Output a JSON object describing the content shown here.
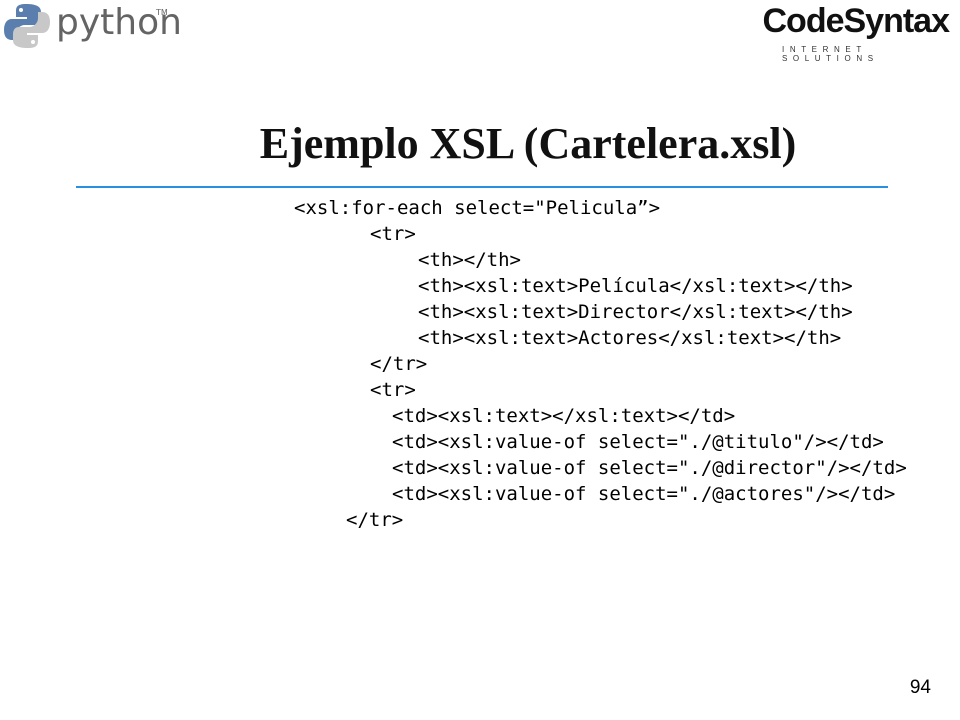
{
  "header": {
    "python_logo": {
      "word": "python",
      "tm": "TM"
    },
    "codesyntax_logo": {
      "word_part1": "Code",
      "word_part2": "Syntax",
      "tagline": "INTERNET SOLUTIONS"
    }
  },
  "slide": {
    "title": "Ejemplo XSL (Cartelera.xsl)",
    "accent_color": "#2b8fe0",
    "code_lines": [
      "<xsl:for-each select=\"Pelicula”>",
      "<tr>",
      "<th></th>",
      "<th><xsl:text>Película</xsl:text></th>",
      "<th><xsl:text>Director</xsl:text></th>",
      "<th><xsl:text>Actores</xsl:text></th>",
      "</tr>",
      "<tr>",
      "<td><xsl:text></xsl:text></td>",
      "<td><xsl:value-of select=\"./@titulo\"/></td>",
      "<td><xsl:value-of select=\"./@director\"/></td>",
      "<td><xsl:value-of select=\"./@actores\"/></td>",
      "</tr>"
    ],
    "page_number": "94"
  }
}
